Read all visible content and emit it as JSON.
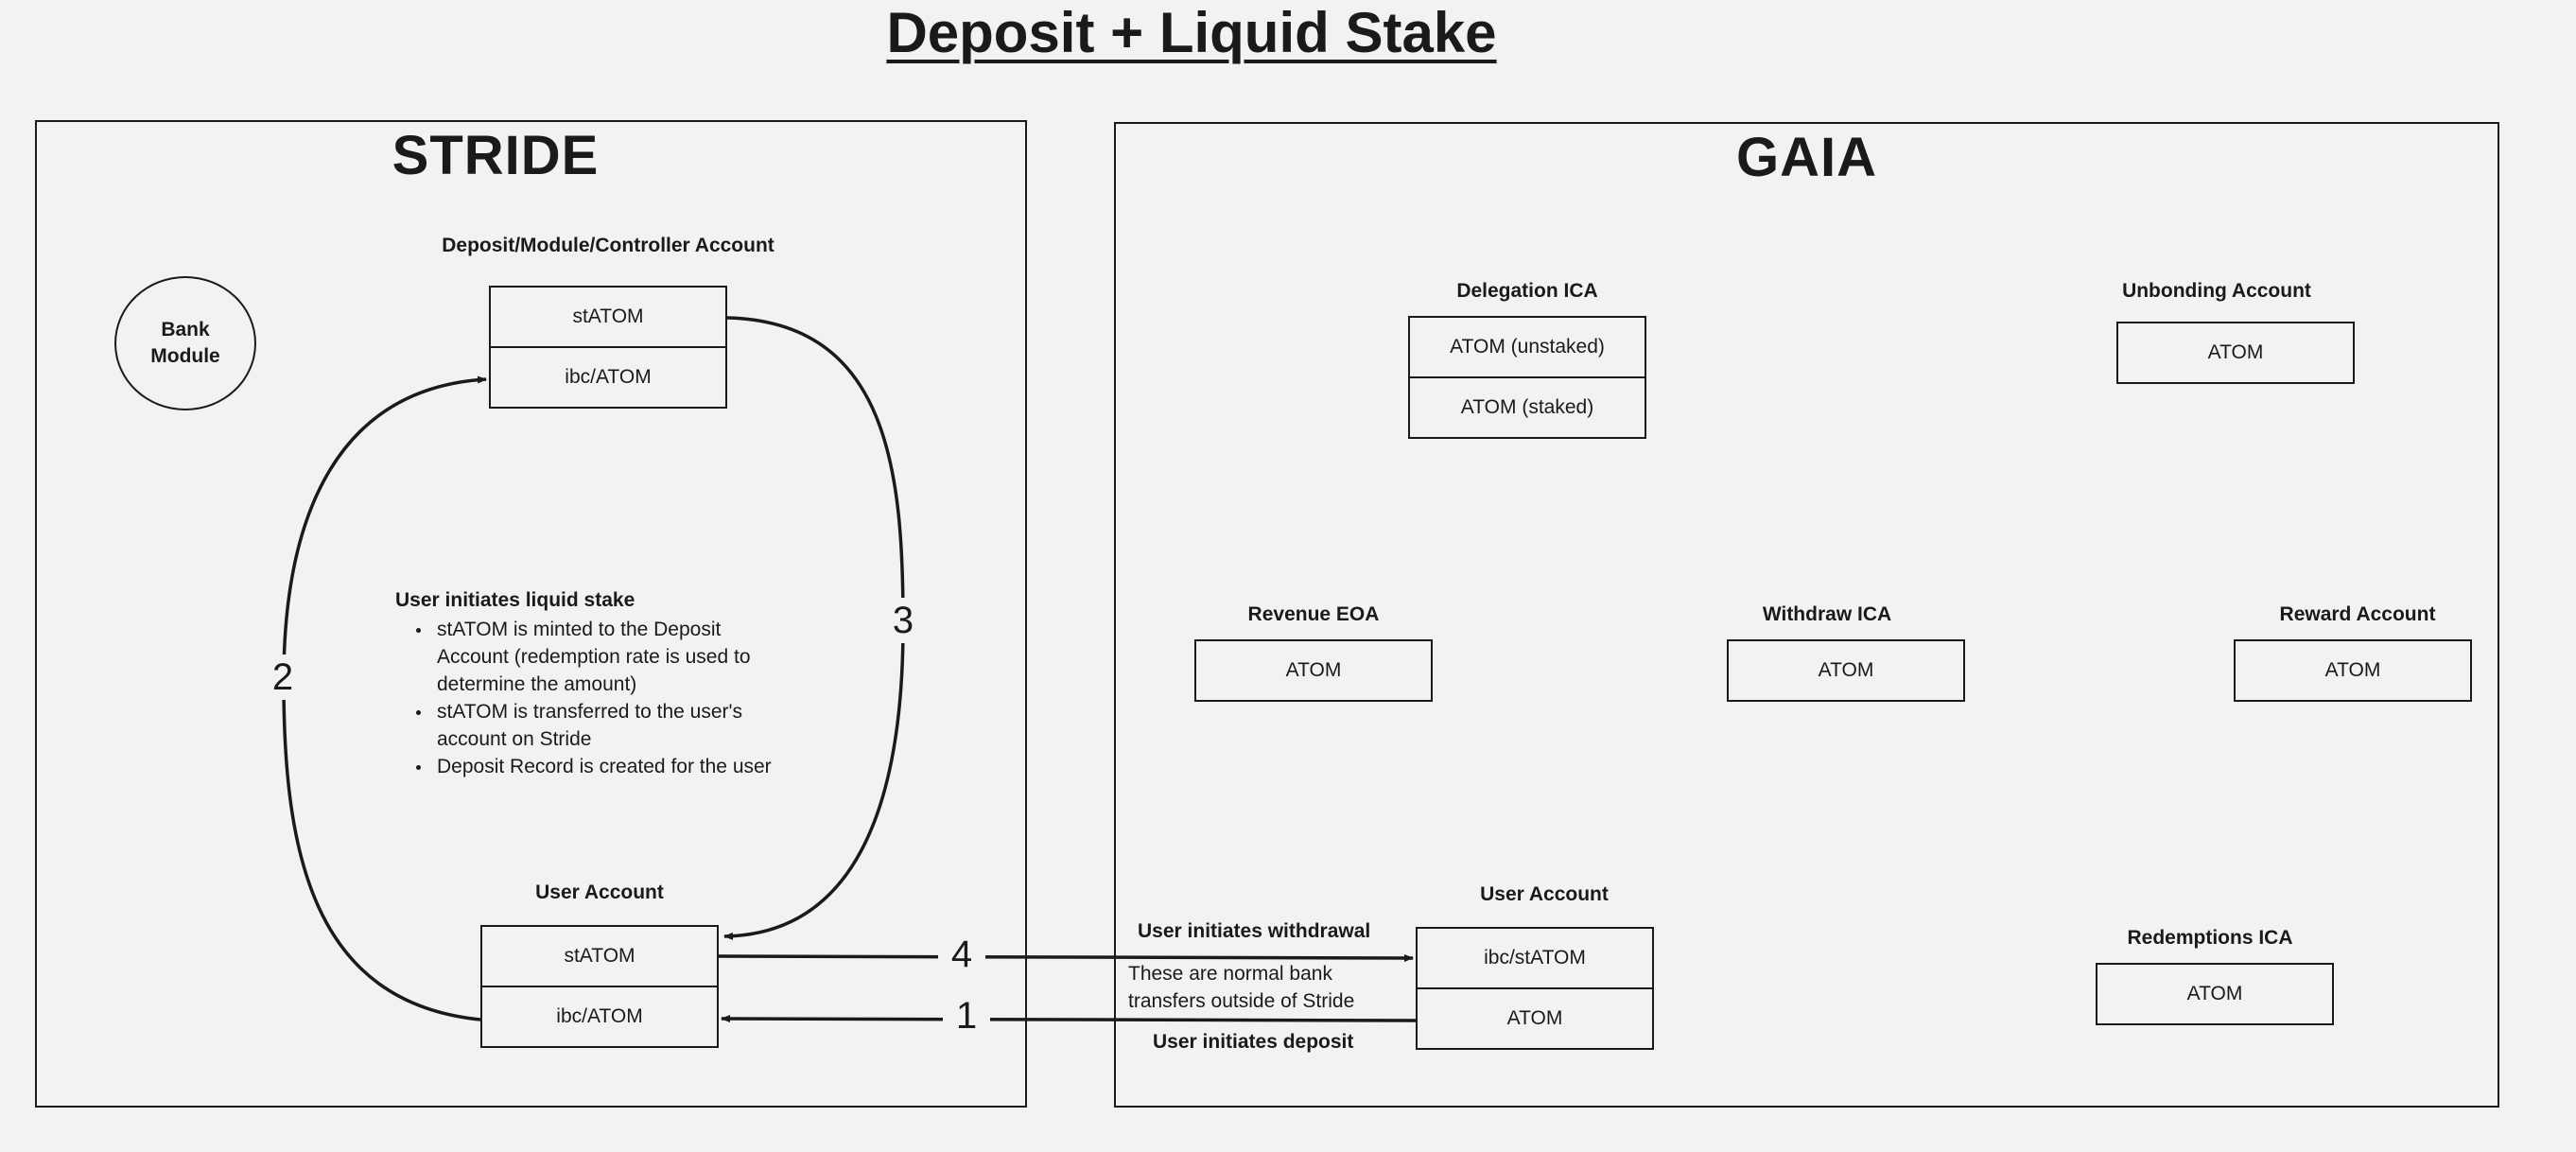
{
  "title": "Deposit + Liquid Stake",
  "stride": {
    "title": "STRIDE",
    "bank_module": "Bank Module",
    "deposit_account": {
      "label": "Deposit/Module/Controller Account",
      "rows": [
        "stATOM",
        "ibc/ATOM"
      ]
    },
    "user_account": {
      "label": "User Account",
      "rows": [
        "stATOM",
        "ibc/ATOM"
      ]
    },
    "note": {
      "title": "User initiates liquid stake",
      "bullets": [
        "stATOM is minted to the Deposit Account (redemption rate is used to determine the amount)",
        "stATOM is transferred to the user's account on Stride",
        "Deposit Record is created for the user"
      ]
    }
  },
  "gaia": {
    "title": "GAIA",
    "delegation_ica": {
      "label": "Delegation ICA",
      "rows": [
        "ATOM (unstaked)",
        "ATOM (staked)"
      ]
    },
    "unbonding_account": {
      "label": "Unbonding Account",
      "rows": [
        "ATOM"
      ]
    },
    "revenue_eoa": {
      "label": "Revenue EOA",
      "rows": [
        "ATOM"
      ]
    },
    "withdraw_ica": {
      "label": "Withdraw ICA",
      "rows": [
        "ATOM"
      ]
    },
    "reward_account": {
      "label": "Reward Account",
      "rows": [
        "ATOM"
      ]
    },
    "user_account": {
      "label": "User Account",
      "rows": [
        "ibc/stATOM",
        "ATOM"
      ]
    },
    "redemptions_ica": {
      "label": "Redemptions ICA",
      "rows": [
        "ATOM"
      ]
    }
  },
  "steps": [
    "1",
    "2",
    "3",
    "4"
  ],
  "flows": {
    "withdrawal": "User initiates withdrawal",
    "deposit": "User initiates deposit",
    "bank_transfer_note": "These are normal bank transfers outside of Stride"
  }
}
